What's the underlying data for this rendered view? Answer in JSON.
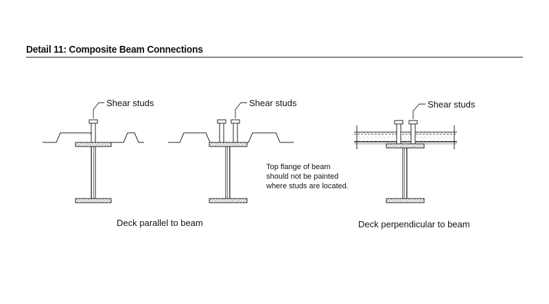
{
  "title": "Detail 11: Composite Beam Connections",
  "callouts": {
    "left": "Shear studs",
    "middle": "Shear studs",
    "right": "Shear studs"
  },
  "note": "Top flange of beam\nshould not be painted\nwhere studs are located.",
  "captions": {
    "parallel": "Deck parallel to beam",
    "perpendicular": "Deck perpendicular to beam"
  }
}
